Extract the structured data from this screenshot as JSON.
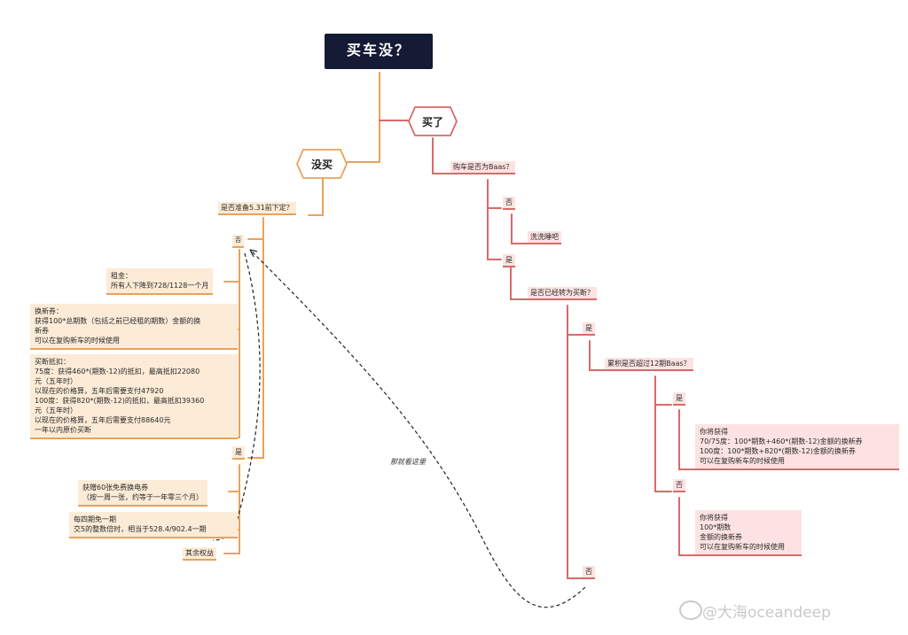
{
  "root": "买车没？",
  "branches": {
    "bought": "买了",
    "not_bought": "没买"
  },
  "not_bought": {
    "question": "是否准备5.31前下定？",
    "no": "否",
    "rent": "租金：\n所有人下降到728/1128一个月",
    "voucher": "换新券：\n获得100*总期数（包括之前已经租的期数）金额的换\n新券\n可以在复购新车的时候使用",
    "buyout": "买断抵扣：\n75度：获得460*(期数-12)的抵扣，最高抵扣22080\n元（五年时）\n以现在的价格算，五年后需要支付47920\n100度：获得820*(期数-12)的抵扣，最高抵扣39360\n元（五年时）\n以现在的价格算，五年后需要支付88640元\n一年以内原价买断",
    "yes": "是",
    "swap_coupons": "获赠60张免费换电券\n（按一周一张，约等于一年零三个月）",
    "fourth_free": "每四期免一期\n交5的整数倍时，相当于528.4/902.4一期",
    "other_rights": "其余权益"
  },
  "bought": {
    "baas_q": "购车是否为Baas？",
    "no": "否",
    "sleep": "洗洗睡吧",
    "yes": "是",
    "buyout_q": "是否已经转为买断？",
    "yes2": "是",
    "over12_q": "累积是否超过12期Baas？",
    "yes3": "是",
    "result_over": "你将获得\n70/75度：100*期数+460*(期数-12)金额的换新券\n100度：100*期数+820*(期数-12)金额的换新券\n可以在复购新车的时候使用",
    "no3": "否",
    "result_under": "你将获得\n100*期数\n金额的换新券\n可以在复购新车的时候使用",
    "no2": "否"
  },
  "annotation": "那就看这里",
  "watermark": "@大海oceandeep",
  "colors": {
    "root_bg": "#151b35",
    "orange_line": "#e8a25c",
    "red_line": "#d9696a",
    "orange_fill": "#fcebd6",
    "red_fill": "#fce3e1"
  }
}
